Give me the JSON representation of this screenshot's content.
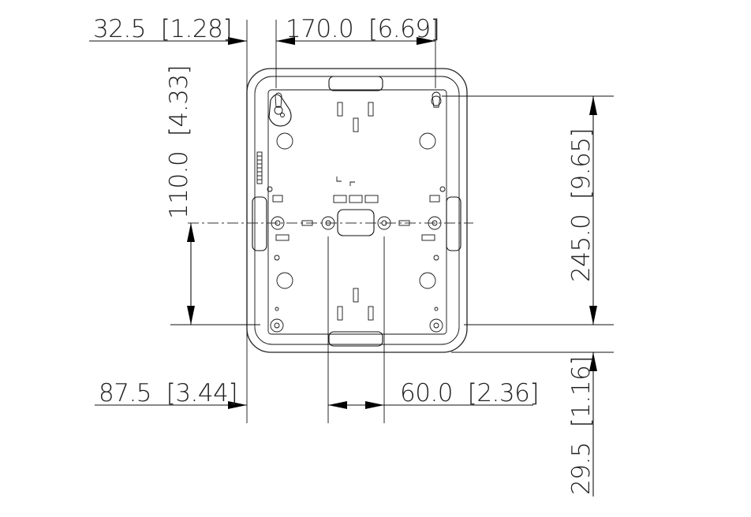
{
  "title": "",
  "dimensions": {
    "top_left_offset": "32.5  [1.28]",
    "top_width": "170.0  [6.69]",
    "left_height": "110.0  [4.33]",
    "right_height": "245.0  [9.65]",
    "bottom_left_offset": "87.5  [3.44]",
    "bottom_width": "60.0  [2.36]",
    "bottom_right_height": "29.5  [1.16]"
  },
  "colors": {
    "line": "#111111",
    "background": "#ffffff"
  }
}
